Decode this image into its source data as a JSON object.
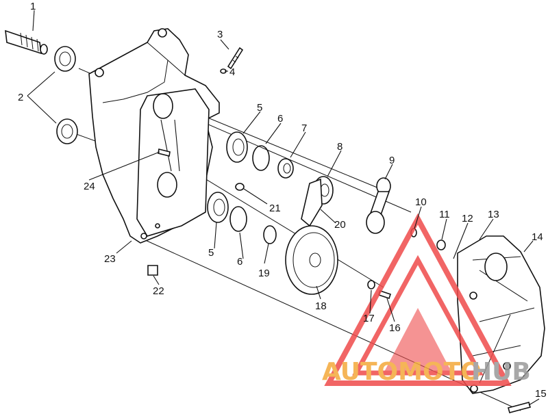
{
  "callouts": {
    "c1": "1",
    "c2": "2",
    "c3": "3",
    "c4": "4",
    "c5a": "5",
    "c5b": "5",
    "c6a": "6",
    "c6b": "6",
    "c7": "7",
    "c8": "8",
    "c9": "9",
    "c10": "10",
    "c11": "11",
    "c12": "12",
    "c13": "13",
    "c14": "14",
    "c15": "15",
    "c16": "16",
    "c17": "17",
    "c18": "18",
    "c19": "19",
    "c20": "20",
    "c21": "21",
    "c22": "22",
    "c23": "23",
    "c24": "24"
  },
  "watermark": {
    "text_auto": "AUTOMOTO",
    "text_hub": "HUB",
    "color_red": "#ef4b4b",
    "color_orange": "#f4a93a",
    "color_gray": "#9a9a9a"
  }
}
